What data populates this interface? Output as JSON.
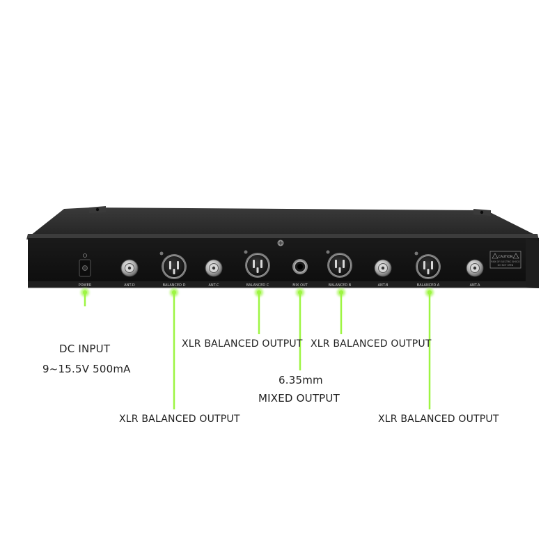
{
  "device": {
    "port_labels": {
      "power": "POWER",
      "ant_d": "ANT-D",
      "balanced_d": "BALANCED D",
      "ant_c": "ANT-C",
      "balanced_c": "BALANCED C",
      "mix_out": "MIX OUT",
      "balanced_b": "BALANCED B",
      "ant_b": "ANT-B",
      "balanced_a": "BALANCED A",
      "ant_a": "ANT-A"
    },
    "caution_label": {
      "title": "CAUTION",
      "line1": "RISK OF ELECTRIC SHOCK",
      "line2": "DO NOT OPEN"
    }
  },
  "callouts": {
    "dc_input_title": "DC INPUT",
    "dc_input_spec": "9~15.5V 500mA",
    "xlr_c": "XLR BALANCED OUTPUT",
    "xlr_b": "XLR BALANCED OUTPUT",
    "mix_size": "6.35mm",
    "mix_title": "MIXED OUTPUT",
    "xlr_d": "XLR BALANCED OUTPUT",
    "xlr_a": "XLR BALANCED OUTPUT"
  },
  "colors": {
    "leader_line": "#9df542",
    "chassis_body": "#2b2b2b",
    "panel_face": "#141414"
  }
}
